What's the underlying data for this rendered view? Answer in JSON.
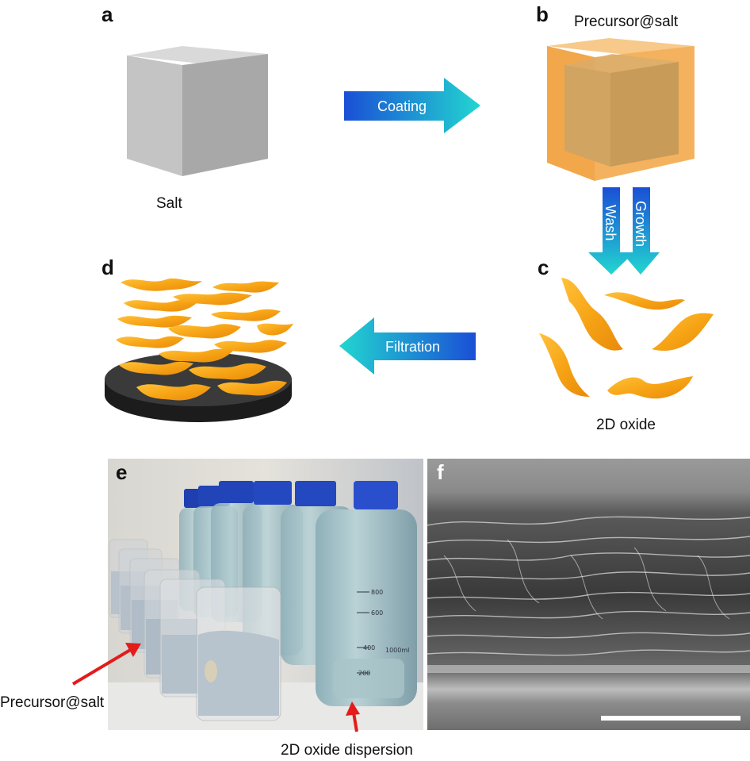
{
  "panels": {
    "a": {
      "label": "a",
      "caption": "Salt"
    },
    "b": {
      "label": "b",
      "caption": "Precursor@salt"
    },
    "c": {
      "label": "c",
      "caption": "2D oxide"
    },
    "d": {
      "label": "d"
    },
    "e": {
      "label": "e"
    },
    "f": {
      "label": "f"
    }
  },
  "arrows": {
    "coating": "Coating",
    "wash": "Wash",
    "growth": "Growth",
    "filtration": "Filtration"
  },
  "photo_annotations": {
    "precursor_salt": "Precursor@salt",
    "dispersion": "2D oxide dispersion"
  },
  "bottle_marks": [
    "800",
    "600",
    "400",
    "200",
    "1000ml"
  ],
  "colors": {
    "arrow_blue": "#1a4fd6",
    "arrow_cyan": "#22d6d0",
    "flake_orange": "#f7a416",
    "cube_gray": "#a9a9a9",
    "annotation_red": "#e31b1b"
  }
}
